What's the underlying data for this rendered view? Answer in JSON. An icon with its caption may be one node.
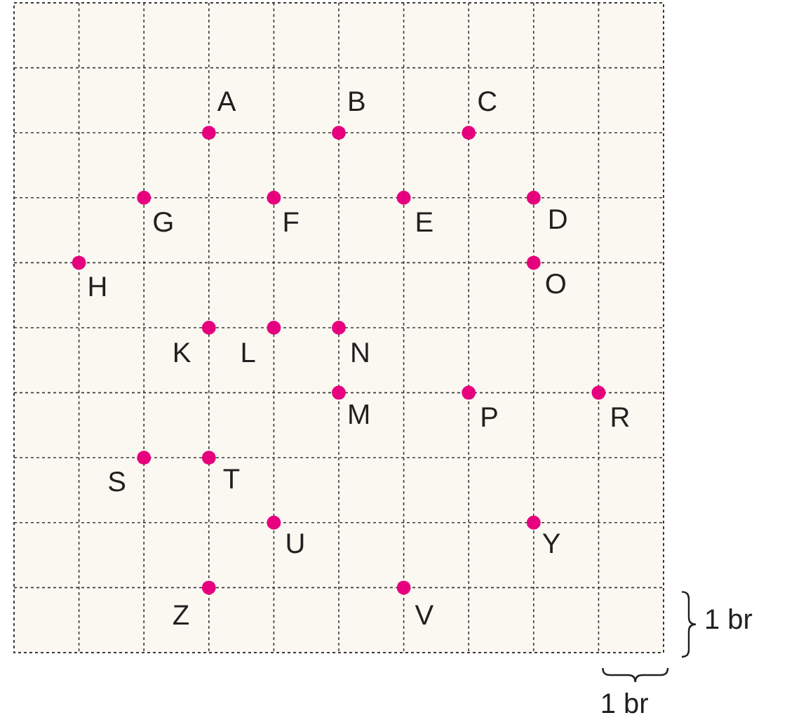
{
  "diagram": {
    "labels": [
      "A",
      "B",
      "C",
      "G",
      "F",
      "E",
      "D",
      "H",
      "O",
      "K",
      "L",
      "N",
      "M",
      "P",
      "R",
      "S",
      "T",
      "U",
      "Y",
      "Z",
      "V",
      "1 br",
      "1 br"
    ]
  }
}
